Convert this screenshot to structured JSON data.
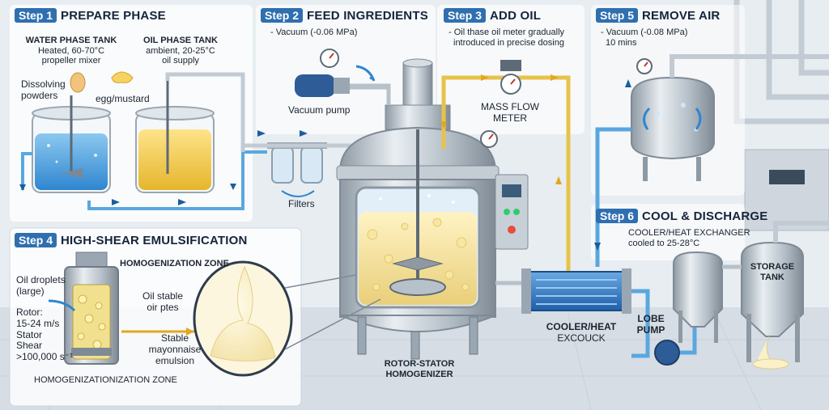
{
  "steps": {
    "s1": {
      "badge": "Step 1",
      "title": "PREPARE PHASE"
    },
    "s2": {
      "badge": "Step 2",
      "title": "FEED INGREDIENTS",
      "note": "- Vacuum (-0.06 MPa)"
    },
    "s3": {
      "badge": "Step 3",
      "title": "ADD OIL",
      "note1": "- Oil thase oil meter gradually",
      "note2": "introduced in precise dosing"
    },
    "s4": {
      "badge": "Step 4",
      "title": "HIGH-SHEAR EMULSIFICATION"
    },
    "s5": {
      "badge": "Step 5",
      "title": "REMOVE AIR",
      "note1": "- Vacuum (-0.08 MPa)",
      "note2": "10 mins"
    },
    "s6": {
      "badge": "Step 6",
      "title": "COOL & DISCHARGE"
    }
  },
  "labels": {
    "water_tank_title": "WATER PHASE TANK",
    "water_tank_l1": "Heated, 60-70°C",
    "water_tank_l2": "propeller mixer",
    "oil_tank_title": "OIL PHASE TANK",
    "oil_tank_l1": "ambient, 20-25°C",
    "oil_tank_l2": "oil supply",
    "dissolving_l1": "Dissolving",
    "dissolving_l2": "powders",
    "egg": "egg/mustard",
    "vacuum_pump": "Vacuum pump",
    "filters": "Filters",
    "mass_flow_l1": "MASS FLOW",
    "mass_flow_l2": "METER",
    "homog_zone_top": "HOMOGENIZATION ZONE",
    "oil_droplets_l1": "Oil droplets",
    "oil_droplets_l2": "(large)",
    "rotor_l1": "Rotor:",
    "rotor_l2": "15-24 m/s",
    "rotor_l3": "Stator",
    "rotor_l4": "Shear",
    "rotor_l5": ">100,000 s⁻¹",
    "oil_stable_l1": "Oil stable",
    "oil_stable_l2": "oir ptes",
    "stable_l1": "Stable",
    "stable_l2": "mayonnaise",
    "stable_l3": "emulsion",
    "homog_zone_bottom": "HOMOGENIZATIONIZATION ZONE",
    "rotor_stator_l1": "ROTOR-STATOR",
    "rotor_stator_l2": "HOMOGENIZER",
    "cooler_l1": "COOLER/HEAT EXCHANGER",
    "cooler_l2": "cooled to 25-28°C",
    "cooler_bottom_l1": "COOLER/HEAT",
    "cooler_bottom_l2": "EXCOUCK",
    "lobe_l1": "LOBE",
    "lobe_l2": "PUMP",
    "storage_l1": "STORAGE",
    "storage_l2": "TANK"
  },
  "colors": {
    "step_badge": "#2f6fb0",
    "water": "#4aa3e0",
    "oil": "#f3c94a",
    "steel": "#b9c3cc",
    "pipe_blue": "#5aa7df",
    "pipe_yellow": "#e8c34a",
    "mayo": "#fbf1c8"
  }
}
